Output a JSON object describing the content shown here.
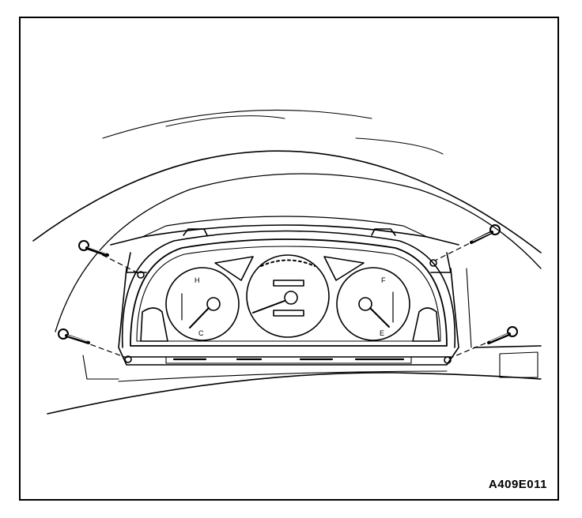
{
  "figure": {
    "code": "A409E011"
  },
  "gauges": {
    "temp": {
      "hot_label": "H",
      "cold_label": "C"
    },
    "fuel": {
      "full_label": "F",
      "empty_label": "E"
    }
  },
  "colors": {
    "line": "#000000",
    "background": "#ffffff"
  }
}
